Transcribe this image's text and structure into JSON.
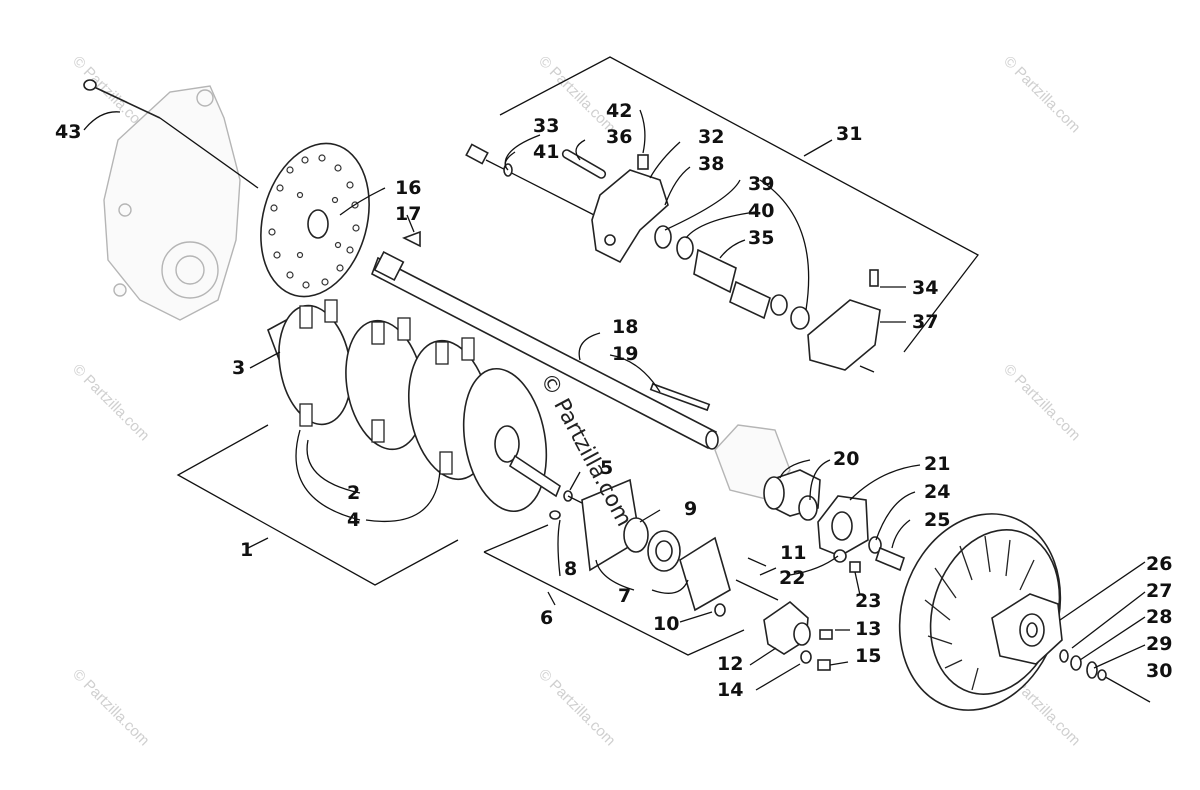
{
  "watermark": {
    "text": "© Partzilla.com"
  },
  "callouts": [
    {
      "id": "1",
      "text": "1"
    },
    {
      "id": "2",
      "text": "2"
    },
    {
      "id": "3",
      "text": "3"
    },
    {
      "id": "4",
      "text": "4"
    },
    {
      "id": "5",
      "text": "5"
    },
    {
      "id": "6",
      "text": "6"
    },
    {
      "id": "7",
      "text": "7"
    },
    {
      "id": "8",
      "text": "8"
    },
    {
      "id": "9",
      "text": "9"
    },
    {
      "id": "10",
      "text": "10"
    },
    {
      "id": "11",
      "text": "11"
    },
    {
      "id": "12",
      "text": "12"
    },
    {
      "id": "13",
      "text": "13"
    },
    {
      "id": "14",
      "text": "14"
    },
    {
      "id": "15",
      "text": "15"
    },
    {
      "id": "16",
      "text": "16"
    },
    {
      "id": "17",
      "text": "17"
    },
    {
      "id": "18",
      "text": "18"
    },
    {
      "id": "19",
      "text": "19"
    },
    {
      "id": "20",
      "text": "20"
    },
    {
      "id": "21",
      "text": "21"
    },
    {
      "id": "22",
      "text": "22"
    },
    {
      "id": "23",
      "text": "23"
    },
    {
      "id": "24",
      "text": "24"
    },
    {
      "id": "25",
      "text": "25"
    },
    {
      "id": "26",
      "text": "26"
    },
    {
      "id": "27",
      "text": "27"
    },
    {
      "id": "28",
      "text": "28"
    },
    {
      "id": "29",
      "text": "29"
    },
    {
      "id": "30",
      "text": "30"
    },
    {
      "id": "31",
      "text": "31"
    },
    {
      "id": "32",
      "text": "32"
    },
    {
      "id": "33",
      "text": "33"
    },
    {
      "id": "34",
      "text": "34"
    },
    {
      "id": "35",
      "text": "35"
    },
    {
      "id": "36",
      "text": "36"
    },
    {
      "id": "37",
      "text": "37"
    },
    {
      "id": "38",
      "text": "38"
    },
    {
      "id": "39",
      "text": "39"
    },
    {
      "id": "40",
      "text": "40"
    },
    {
      "id": "41",
      "text": "41"
    },
    {
      "id": "42",
      "text": "42"
    },
    {
      "id": "43",
      "text": "43"
    }
  ]
}
